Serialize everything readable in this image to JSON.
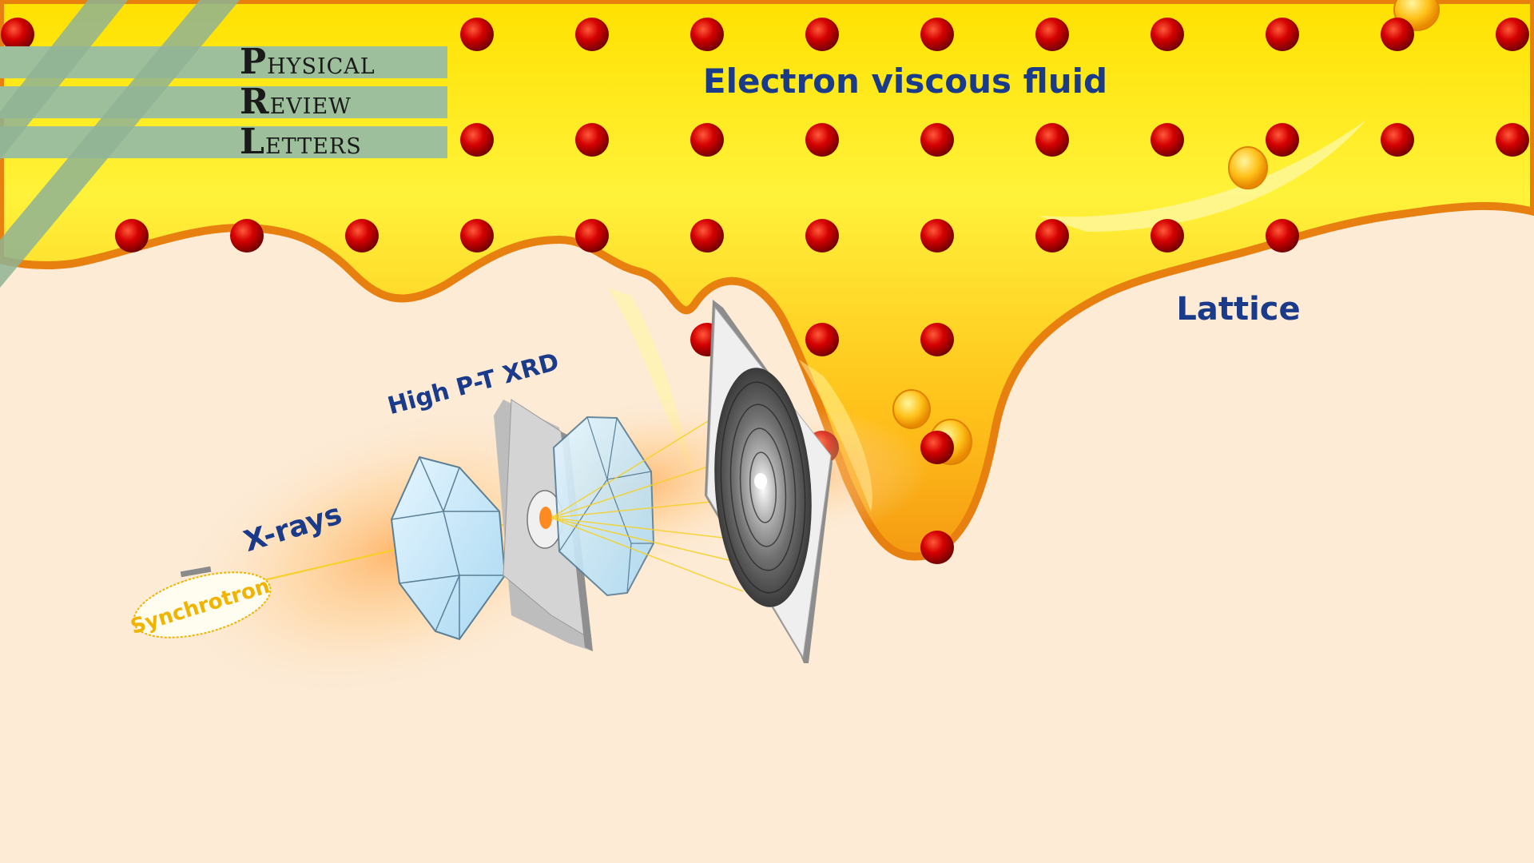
{
  "labels": {
    "fluid": "Electron viscous fluid",
    "lattice": "Lattice",
    "xrd": "High P-T XRD",
    "xrays": "X-rays",
    "source": "Synchrotron"
  },
  "journal": {
    "lines": [
      "Physical",
      "Review",
      "Letters"
    ]
  },
  "colors": {
    "background": "#fdebd6",
    "fluid_light": "#fff23a",
    "fluid_dark": "#f5a019",
    "fluid_edge": "#e8800f",
    "atom": "#c00000",
    "label_blue": "#1a3a8a",
    "source_text": "#f0b400",
    "logo_bar": "#9dbf9c"
  }
}
